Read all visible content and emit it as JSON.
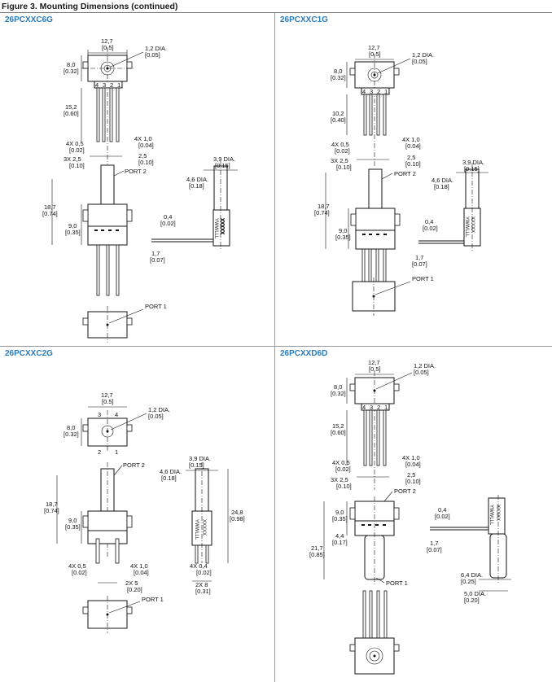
{
  "figure_title": "Figure 3. Mounting Dimensions (continued)",
  "panels": {
    "p1": {
      "title": "26PCXXC6G",
      "dims": {
        "width_top": "12,7",
        "width_top_in": "[0.5]",
        "hole_dia": "1,2 DIA.",
        "hole_dia_in": "[0.05]",
        "h_top": "8,0",
        "h_top_in": "[0.32]",
        "lead_len": "15,2",
        "lead_len_in": "[0.60]",
        "lead_w": "4X 0,5",
        "lead_w_in": "[0.02]",
        "lead_t": "4X 1,0",
        "lead_t_in": "[0.04]",
        "pitch3": "3X 2,5",
        "pitch3_in": "[0.10]",
        "pitch": "2,5",
        "pitch_in": "[0.10]",
        "port_dia": "3,9 DIA.",
        "port_dia_in": "[0.15]",
        "body_dia": "4,6 DIA.",
        "body_dia_in": "[0.18]",
        "h_total": "18,7",
        "h_total_in": "[0.74]",
        "h_body": "9,0",
        "h_body_in": "[0.35]",
        "lead_off": "0,4",
        "lead_off_in": "[0.02]",
        "side_off": "1,7",
        "side_off_in": "[0.07]",
        "port2": "PORT 2",
        "port1": "PORT 1",
        "pins": [
          "4",
          "3",
          "2",
          "1"
        ],
        "marking": "XXXXX",
        "marking2": "YWWLLL"
      }
    },
    "p2": {
      "title": "26PCXXC1G",
      "dims": {
        "width_top": "12,7",
        "width_top_in": "[0.5]",
        "hole_dia": "1,2 DIA.",
        "hole_dia_in": "[0.05]",
        "h_top": "8,0",
        "h_top_in": "[0.32]",
        "lead_len": "10,2",
        "lead_len_in": "[0.40]",
        "lead_w": "4X 0,5",
        "lead_w_in": "[0.02]",
        "lead_t": "4X 1,0",
        "lead_t_in": "[0.04]",
        "pitch3": "3X 2,5",
        "pitch3_in": "[0.10]",
        "pitch": "2,5",
        "pitch_in": "[0.10]",
        "port_dia": "3,9 DIA.",
        "port_dia_in": "[0.15]",
        "body_dia": "4,6 DIA.",
        "body_dia_in": "[0.18]",
        "h_total": "18,7",
        "h_total_in": "[0.74]",
        "h_body": "9,0",
        "h_body_in": "[0.35]",
        "lead_off": "0,4",
        "lead_off_in": "[0.02]",
        "side_off": "1,7",
        "side_off_in": "[0.07]",
        "port2": "PORT 2",
        "port1": "PORT 1",
        "pins": [
          "4",
          "3",
          "2",
          "1"
        ],
        "marking": "XXXXX",
        "marking2": "YWWLLL"
      }
    },
    "p3": {
      "title": "26PCXXC2G",
      "dims": {
        "width_top": "12,7",
        "width_top_in": "[0.5]",
        "hole_dia": "1,2 DIA.",
        "hole_dia_in": "[0.05]",
        "h_top": "8,0",
        "h_top_in": "[0.32]",
        "pins_top": [
          "3",
          "4"
        ],
        "pins_bot": [
          "2",
          "1"
        ],
        "port_dia": "3,9 DIA.",
        "port_dia_in": "[0.15]",
        "body_dia": "4,6 DIA.",
        "body_dia_in": "[0.18]",
        "h_side": "24,8",
        "h_side_in": "[0.98]",
        "h_total": "18,7",
        "h_total_in": "[0.74]",
        "h_body": "9,0",
        "h_body_in": "[0.35]",
        "lead_w": "4X 0,5",
        "lead_w_in": "[0.02]",
        "lead_t": "4X 1,0",
        "lead_t_in": "[0.04]",
        "pitch5": "2X 5",
        "pitch5_in": "[0.20]",
        "lead_t2": "4X 0,4",
        "lead_t2_in": "[0.02]",
        "pitch8": "2X 8",
        "pitch8_in": "[0.31]",
        "port2": "PORT 2",
        "port1": "PORT 1",
        "marking": "XXXXX",
        "marking2": "YWWLLL"
      }
    },
    "p4": {
      "title": "26PCXXD6D",
      "dims": {
        "width_top": "12,7",
        "width_top_in": "[0.5]",
        "hole_dia": "1,2 DIA.",
        "hole_dia_in": "[0.05]",
        "h_top": "8,0",
        "h_top_in": "[0.32]",
        "lead_len": "15,2",
        "lead_len_in": "[0.60]",
        "lead_w": "4X 0,5",
        "lead_w_in": "[0.02]",
        "lead_t": "4X 1,0",
        "lead_t_in": "[0.04]",
        "pitch3": "3X 2,5",
        "pitch3_in": "[0.10]",
        "pitch": "2,5",
        "pitch_in": "[0.10]",
        "h_body": "9,0",
        "h_body_in": "[0.35]",
        "h_port": "4,4",
        "h_port_in": "[0.17]",
        "h_total": "21,7",
        "h_total_in": "[0.85]",
        "lead_off": "0,4",
        "lead_off_in": "[0.02]",
        "side_off": "1,7",
        "side_off_in": "[0.07]",
        "tube_dia": "6,4 DIA.",
        "tube_dia_in": "[0.25]",
        "tube_dia2": "5,0 DIA.",
        "tube_dia2_in": "[0.20]",
        "port2": "PORT 2",
        "port1": "PORT 1",
        "pins": [
          "4",
          "3",
          "2",
          "1"
        ],
        "marking": "XXXXX",
        "marking2": "YWWLLL"
      }
    }
  }
}
